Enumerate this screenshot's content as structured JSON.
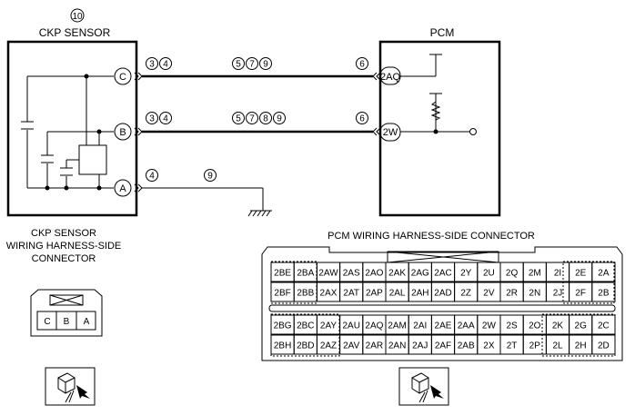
{
  "ckp": {
    "number": "10",
    "title": "CKP SENSOR",
    "terminals": [
      "C",
      "B",
      "A"
    ]
  },
  "pcm": {
    "title": "PCM",
    "terminals": [
      "2AQ",
      "2W"
    ]
  },
  "wires": {
    "c_left": [
      "3",
      "4"
    ],
    "c_mid": [
      "5",
      "7",
      "9"
    ],
    "c_right": [
      "6"
    ],
    "b_left": [
      "3",
      "4"
    ],
    "b_mid": [
      "5",
      "7",
      "8",
      "9"
    ],
    "b_right": [
      "6"
    ],
    "a_left": [
      "4"
    ],
    "a_mid": [
      "9"
    ]
  },
  "labels": {
    "ckp_connector": [
      "CKP SENSOR",
      "WIRING HARNESS-SIDE",
      "CONNECTOR"
    ],
    "pcm_connector": "PCM WIRING HARNESS-SIDE CONNECTOR"
  },
  "ckp_connector_pins": [
    "C",
    "B",
    "A"
  ],
  "pcm_connector_rows": [
    [
      "2BE",
      "2BA",
      "2AW",
      "2AS",
      "2AO",
      "2AK",
      "2AG",
      "2AC",
      "2Y",
      "2U",
      "2Q",
      "2M",
      "2I",
      "2E",
      "2A"
    ],
    [
      "2BF",
      "2BB",
      "2AX",
      "2AT",
      "2AP",
      "2AL",
      "2AH",
      "2AD",
      "2Z",
      "2V",
      "2R",
      "2N",
      "2J",
      "2F",
      "2B"
    ],
    [
      "2BG",
      "2BC",
      "2AY",
      "2AU",
      "2AQ",
      "2AM",
      "2AI",
      "2AE",
      "2AA",
      "2W",
      "2S",
      "2O",
      "2K",
      "2G",
      "2C"
    ],
    [
      "2BH",
      "2BD",
      "2AZ",
      "2AV",
      "2AR",
      "2AN",
      "2AJ",
      "2AF",
      "2AB",
      "2X",
      "2T",
      "2P",
      "2L",
      "2H",
      "2D"
    ]
  ]
}
